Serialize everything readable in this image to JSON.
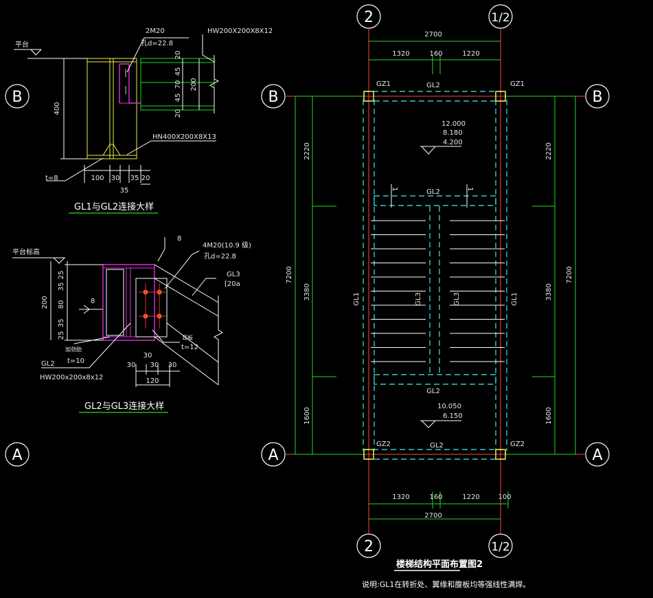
{
  "colors": {
    "background": "#000000",
    "white": "#ffffff",
    "green": "#22dd22",
    "cyan": "#33cccc",
    "red": "#ee3333",
    "yellow": "#eeee44",
    "magenta": "#dd33dd",
    "orange": "#ff6622"
  },
  "axes": {
    "two": "2",
    "half": "1/2",
    "b": "B",
    "a": "A"
  },
  "detail1": {
    "platform": "平台",
    "bolt": "2M20",
    "hole": "孔d=22.8",
    "hw": "HW200X200X8X12",
    "hn": "HN400X200X8X13",
    "dim_400": "400",
    "dim_200": "200",
    "dims_right": [
      "20",
      "45",
      "70",
      "45",
      "20"
    ],
    "t8": "t=8",
    "dims_bottom": [
      "100",
      "30",
      "35",
      "20"
    ],
    "dim_35": "35",
    "title": "GL1与GL2连接大样"
  },
  "detail2": {
    "platform": "平台标高",
    "c8": "8",
    "bolt": "4M20(10.9 级)",
    "hole": "孔d=22.8",
    "gl3": "GL3",
    "channel": "[20a",
    "weld8": "8",
    "dims_left": [
      "25",
      "35",
      "80",
      "35",
      "25"
    ],
    "dim_200": "200",
    "stiffener": "加劲肋",
    "t10": "t=10",
    "ear": "耳板",
    "t12": "t=12",
    "gl2": "GL2",
    "hw": "HW200x200x8x12",
    "dims_bottom": [
      "30",
      "30",
      "30",
      "30"
    ],
    "dim_120": "120",
    "title": "GL2与GL3连接大样"
  },
  "plan": {
    "dim_2700": "2700",
    "dims_top": [
      "1320",
      "160",
      "1220"
    ],
    "dims_bottom": [
      "1320",
      "160",
      "1220",
      "100"
    ],
    "gz1": "GZ1",
    "gz2": "GZ2",
    "gl2": "GL2",
    "gl1": "GL1",
    "gl3": "GL3",
    "dim_7200": "7200",
    "dim_2220": "2220",
    "dim_3380": "3380",
    "dim_1600": "1600",
    "elev_top": [
      "12.000",
      "8.180",
      "4.200"
    ],
    "elev_bottom": [
      "10.050",
      "6.150"
    ],
    "section_mark": "1",
    "title": "楼梯结构平面布置图2",
    "note": "说明:GL1在转折处、翼缘和腹板均等强线性满焊。"
  }
}
